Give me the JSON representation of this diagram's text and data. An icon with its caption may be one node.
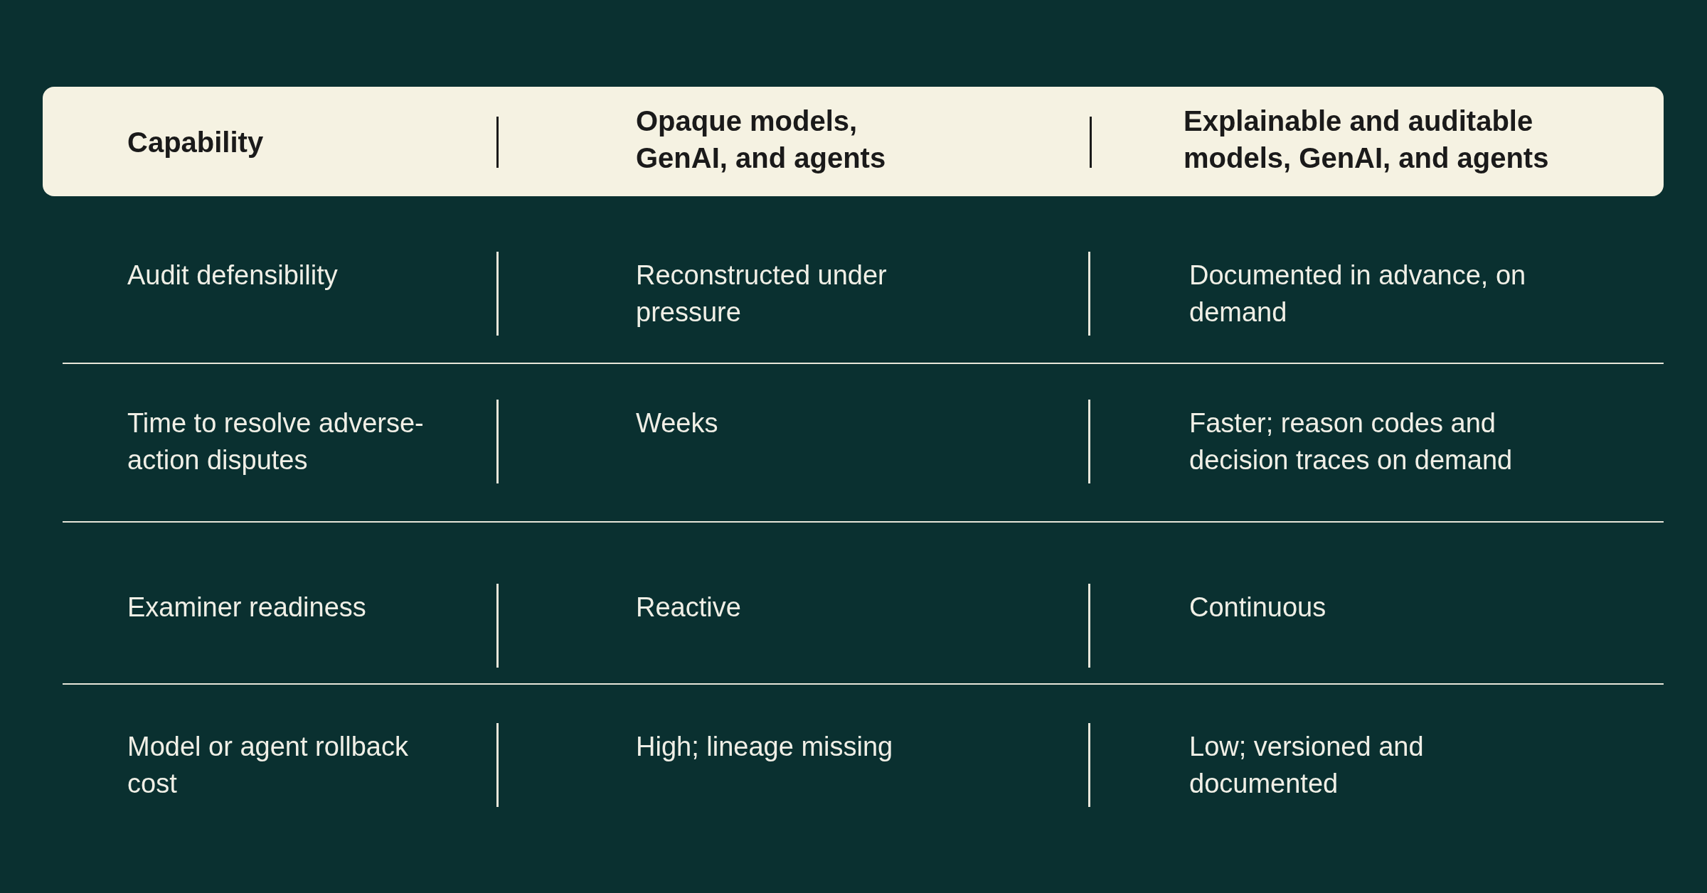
{
  "diagram": {
    "labels": [
      "Capability",
      "Opaque models, GenAI, and agents",
      "Explainable and auditable models, GenAI, and agents",
      "Audit defensibility",
      "Reconstructed under pressure",
      "Documented in advance, on demand",
      "Time to resolve adverse-action disputes",
      "Weeks",
      "Faster; reason codes and decision traces on demand",
      "Examiner readiness",
      "Reactive",
      "Continuous",
      "Model or agent rollback cost",
      "High; lineage missing",
      "Low; versioned and documented"
    ]
  }
}
